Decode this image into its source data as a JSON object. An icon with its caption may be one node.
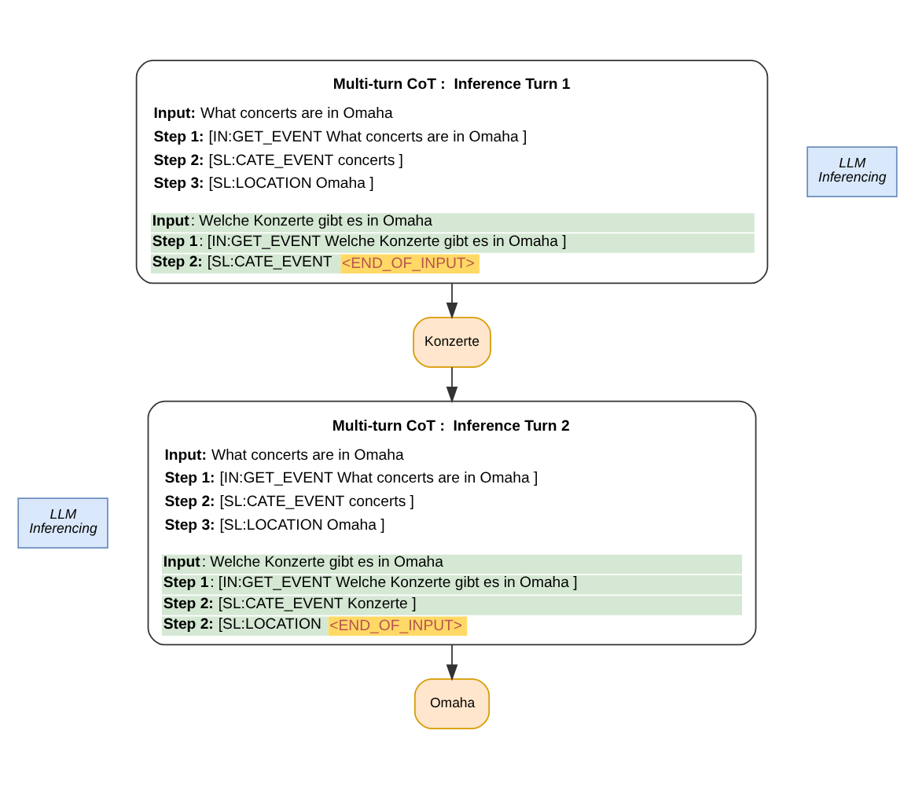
{
  "diagram": {
    "nodes": [
      {
        "text": [
          "Multi-turn CoT :  Inference Turn 1",
          "**Input:** What concerts are in Omaha",
          "**Step 1:** [IN:GET_EVENT What concerts are in Omaha ]",
          "**Step 2:** [SL:CATE_EVENT concerts ]",
          "**Step 3:** [SL:LOCATION Omaha ]",
          "**Input**: Welche Konzerte gibt es in Omaha",
          "**Step 1**: [IN:GET_EVENT Welche Konzerte gibt es in Omaha ]",
          "**Step 2:** [SL:CATE_EVENT <END_OF_INPUT>"
        ]
      },
      {
        "text": [
          "LLM Inferencing"
        ]
      },
      {
        "text": [
          "Konzerte"
        ]
      },
      {
        "text": [
          "Multi-turn CoT :  Inference Turn 2",
          "**Input:** What concerts are in Omaha",
          "**Step 1:** [IN:GET_EVENT What concerts are in Omaha ]",
          "**Step 2:** [SL:CATE_EVENT concerts ]",
          "**Step 3:** [SL:LOCATION Omaha ]",
          "**Input**: Welche Konzerte gibt es in Omaha",
          "**Step 1**: [IN:GET_EVENT Welche Konzerte gibt es in Omaha ]",
          "**Step 2:** [SL:CATE_EVENT Konzerte ]",
          "**Step 2:** [SL:LOCATION <END_OF_INPUT>"
        ]
      },
      {
        "text": [
          "LLM Inferencing"
        ]
      },
      {
        "text": [
          "Omaha"
        ]
      }
    ],
    "edges": [
      {
        "from": 0,
        "to": 2,
        "arrow": "to"
      },
      {
        "from": 2,
        "to": 3,
        "arrow": "to"
      },
      {
        "from": 3,
        "to": 5,
        "arrow": "to"
      }
    ]
  }
}
